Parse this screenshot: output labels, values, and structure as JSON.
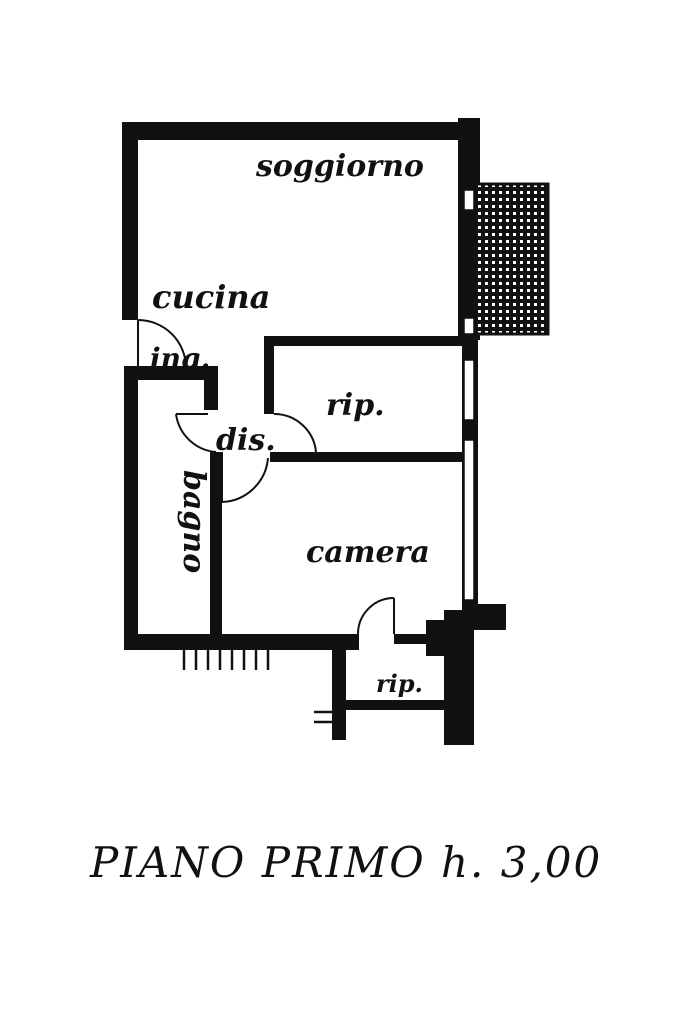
{
  "rooms": {
    "soggiorno": "soggiorno",
    "cucina": "cucina",
    "ingresso": "ing.",
    "ripostiglio_upper": "rip.",
    "disimpegno": "dis.",
    "bagno": "bagno",
    "camera": "camera",
    "ripostiglio_lower": "rip."
  },
  "caption": "PIANO PRIMO h. 3,00",
  "colors": {
    "wall": "#111111",
    "background": "#ffffff"
  }
}
